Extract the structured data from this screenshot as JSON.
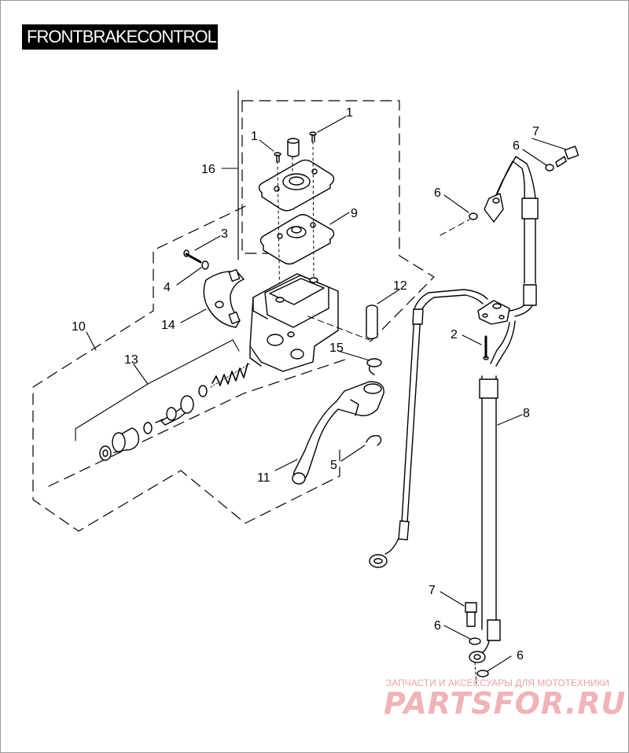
{
  "title": "FRONTBRAKECONTROL",
  "callouts": [
    "1",
    "1",
    "16",
    "9",
    "3",
    "4",
    "14",
    "10",
    "12",
    "13",
    "15",
    "2",
    "8",
    "11",
    "5",
    "7",
    "6",
    "6",
    "7",
    "6",
    "6"
  ],
  "watermark": {
    "tagline": "ЗАПЧАСТИ И АКСЕССУАРЫ ДЛЯ МОТОТЕХНИКИ",
    "brand": "PARTSFOR.RU"
  },
  "colors": {
    "ink": "#000000",
    "watermark": "#f0b3b7"
  }
}
